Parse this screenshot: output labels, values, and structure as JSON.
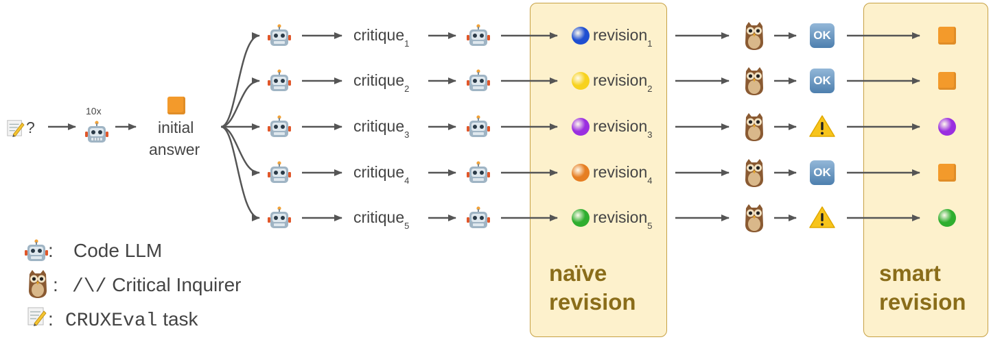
{
  "input": {
    "question_mark": "?",
    "repeat_count": "10x"
  },
  "initial_answer": {
    "line1": "initial",
    "line2": "answer"
  },
  "rows": [
    {
      "critique": "critique",
      "critique_sub": "1",
      "revision": "revision",
      "revision_sub": "1",
      "dot_color": "#1f4fd1",
      "verdict": "OK",
      "final": "square"
    },
    {
      "critique": "critique",
      "critique_sub": "2",
      "revision": "revision",
      "revision_sub": "2",
      "dot_color": "#f7d21e",
      "verdict": "OK",
      "final": "square"
    },
    {
      "critique": "critique",
      "critique_sub": "3",
      "revision": "revision",
      "revision_sub": "3",
      "dot_color": "#9a2fe0",
      "verdict": "warning",
      "final": "purple-circle"
    },
    {
      "critique": "critique",
      "critique_sub": "4",
      "revision": "revision",
      "revision_sub": "4",
      "dot_color": "#e67e22",
      "verdict": "OK",
      "final": "square"
    },
    {
      "critique": "critique",
      "critique_sub": "5",
      "revision": "revision",
      "revision_sub": "5",
      "dot_color": "#2fae2f",
      "verdict": "warning",
      "final": "green-circle"
    }
  ],
  "boxes": {
    "naive_line1": "naïve",
    "naive_line2": "revision",
    "smart_line1": "smart",
    "smart_line2": "revision"
  },
  "legend": {
    "robot_sep": ":",
    "robot_label": "Code LLM",
    "owl_sep": ":",
    "owl_prefix": "/\\/",
    "owl_label": " Critical Inquirer",
    "memo_sep": ":",
    "memo_code": "CRUXEval",
    "memo_label": " task"
  },
  "colors": {
    "answer_square": "#f39a2b",
    "box_fill": "#fdf1cc",
    "box_border": "#c6a043",
    "box_text": "#8a6d1a",
    "arrow": "#555555"
  }
}
